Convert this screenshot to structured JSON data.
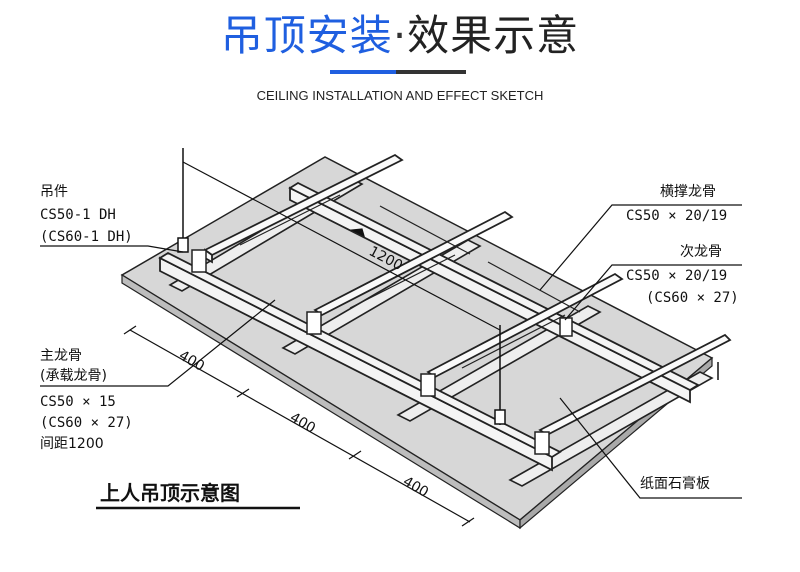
{
  "header": {
    "title_main": "吊顶安装",
    "title_sep": "·",
    "title_second": "效果示意",
    "subtitle": "CEILING INSTALLATION AND EFFECT SKETCH"
  },
  "diagram": {
    "hanger": {
      "name": "吊件",
      "spec1": "CS50-1 DH",
      "spec2": "(CS60-1 DH)"
    },
    "main_keel": {
      "name": "主龙骨",
      "name2": "(承载龙骨)",
      "spec1": "CS50 × 15",
      "spec2": "(CS60 × 27)",
      "spacing": "间距1200"
    },
    "cross_brace": {
      "name": "横撑龙骨",
      "spec": "CS50 × 20/19"
    },
    "secondary_keel": {
      "name": "次龙骨",
      "spec1": "CS50 × 20/19",
      "spec2": "(CS60 × 27)"
    },
    "board": {
      "name": "纸面石膏板"
    },
    "dim_1200": "1200",
    "dims": [
      "400",
      "400",
      "400"
    ],
    "caption": "上人吊顶示意图"
  }
}
